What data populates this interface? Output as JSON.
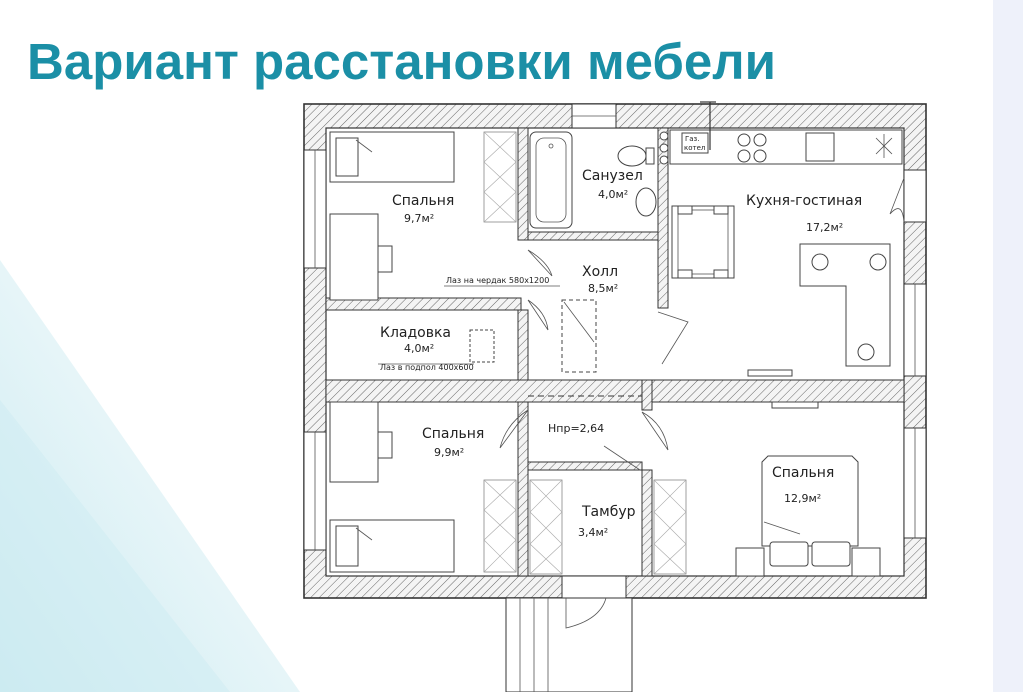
{
  "title": "Вариант расстановки мебели",
  "rooms": {
    "bedroom_top_left": {
      "name": "Спальня",
      "area": "9,7м²"
    },
    "bathroom": {
      "name": "Санузел",
      "area": "4,0м²"
    },
    "kitchen_living": {
      "name": "Кухня-гостиная",
      "area": "17,2м²"
    },
    "hall": {
      "name": "Холл",
      "area": "8,5м²"
    },
    "storage": {
      "name": "Кладовка",
      "area": "4,0м²"
    },
    "bedroom_bottom_left": {
      "name": "Спальня",
      "area": "9,9м²"
    },
    "vestibule": {
      "name": "Тамбур",
      "area": "3,4м²"
    },
    "bedroom_bottom_right": {
      "name": "Спальня",
      "area": "12,9м²"
    }
  },
  "notes": {
    "attic_hatch": "Лаз на чердак 580х1200",
    "cellar_hatch": "Лаз в подпол 400х600",
    "ceiling_height": "Нпр=2,64",
    "boiler_line1": "Газ.",
    "boiler_line2": "котел"
  },
  "colors": {
    "title": "#1b8fa6",
    "background_accent": "#d9f0f5",
    "walls": "#333333",
    "right_strip": "#eef1fa"
  }
}
